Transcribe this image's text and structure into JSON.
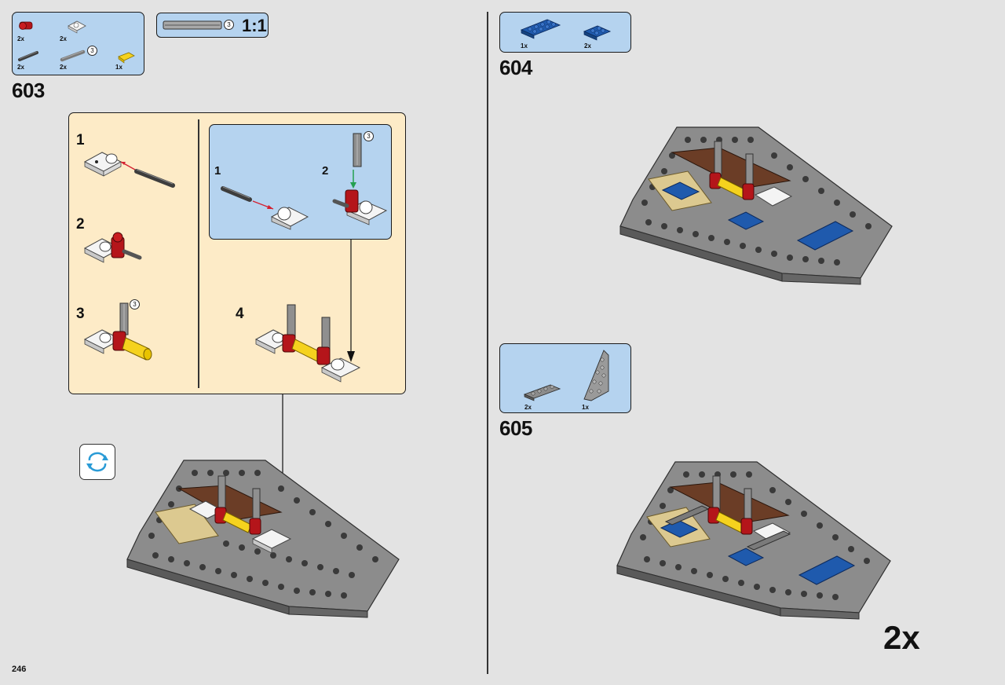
{
  "page_number": "246",
  "scale_indicator": {
    "ratio": "1:1",
    "length_label": "3"
  },
  "step_603": {
    "number": "603",
    "parts": [
      {
        "qty": "2x",
        "icon": "red-connector-icon"
      },
      {
        "qty": "2x",
        "icon": "white-plate-clip-icon"
      },
      {
        "qty": "2x",
        "icon": "dark-bar-icon"
      },
      {
        "qty": "2x",
        "icon": "gray-axle-icon",
        "length": "3"
      },
      {
        "qty": "1x",
        "icon": "yellow-cylinder-icon"
      }
    ],
    "callout": {
      "substeps_left": [
        "1",
        "2",
        "3"
      ],
      "substep_3_axle_length": "3",
      "inner_substeps": [
        "1",
        "2"
      ],
      "inner_axle_length": "3",
      "substep_right": "4"
    }
  },
  "step_604": {
    "number": "604",
    "parts": [
      {
        "qty": "1x",
        "icon": "blue-plate-2x4-icon"
      },
      {
        "qty": "2x",
        "icon": "blue-plate-2x2-icon"
      }
    ]
  },
  "step_605": {
    "number": "605",
    "parts": [
      {
        "qty": "2x",
        "icon": "gray-plate-1x4-icon"
      },
      {
        "qty": "1x",
        "icon": "gray-wedge-plate-icon"
      }
    ]
  },
  "multiplier": "2x",
  "colors": {
    "page_bg": "#e3e3e3",
    "parts_box": "#b5d3ef",
    "callout_bg": "#fdebc7",
    "brick_gray": "#8c8c8c",
    "brick_dark": "#5a5a5a",
    "brown": "#6b3d26",
    "tan": "#dcc990",
    "red": "#b4151a",
    "yellow": "#f5d21e",
    "blue": "#1f5aad"
  }
}
